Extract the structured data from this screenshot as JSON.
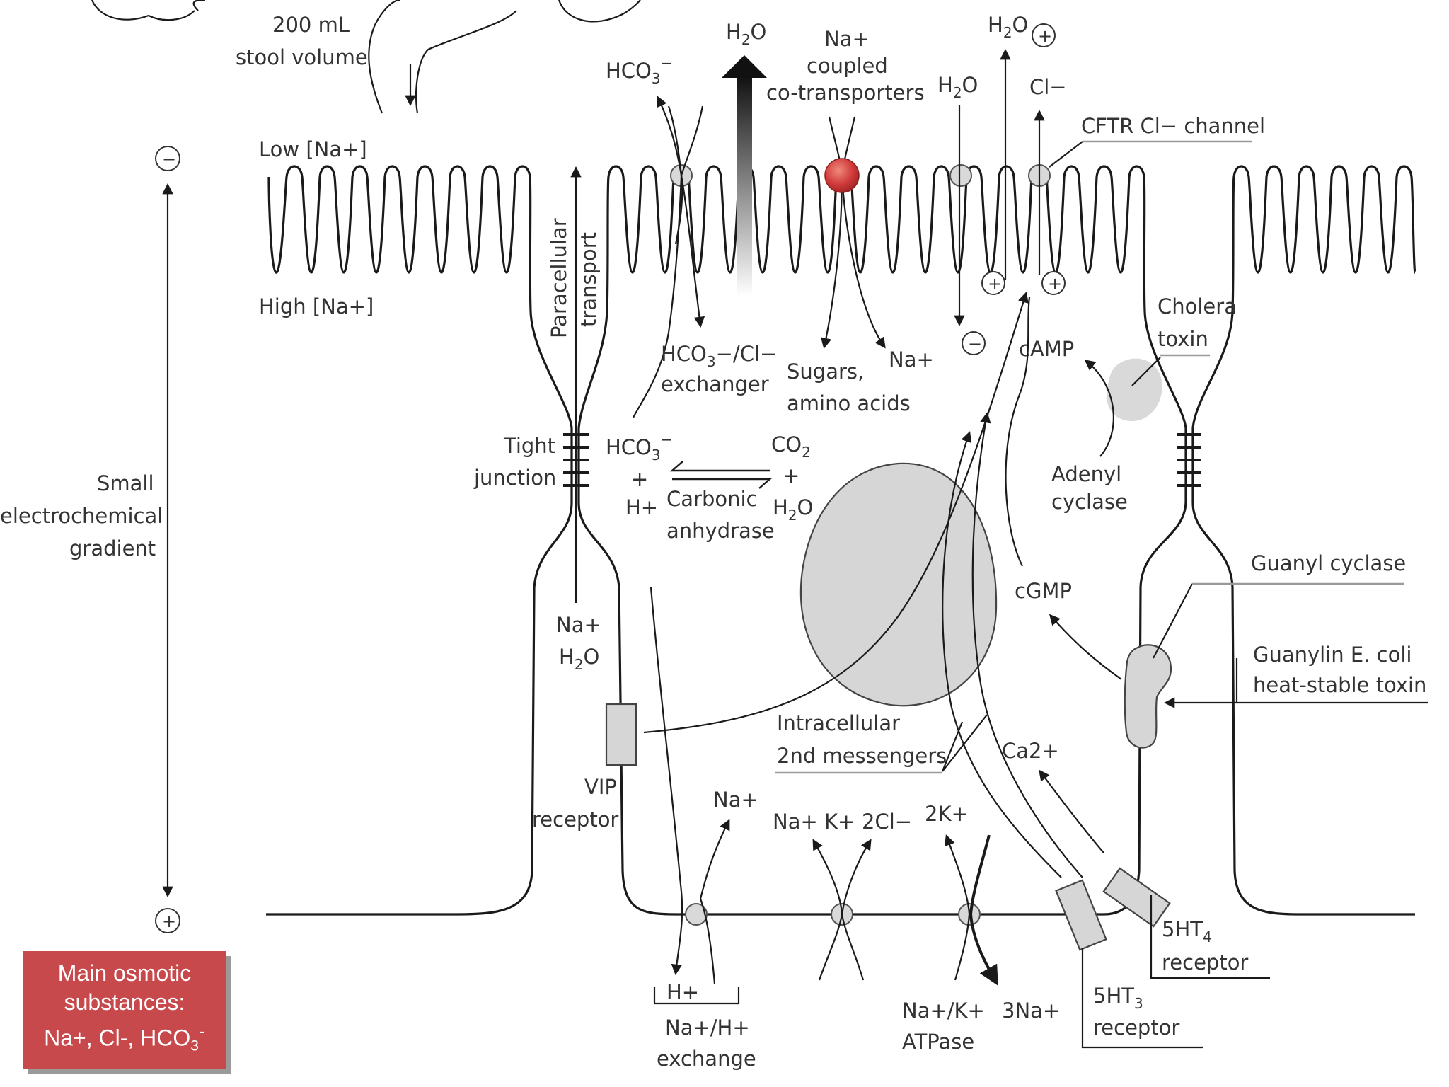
{
  "labels": {
    "stool_volume_1": "200 mL",
    "stool_volume_2": "stool volume",
    "low_na": "Low [Na+]",
    "high_na": "High [Na+]",
    "gradient_1": "Small",
    "gradient_2": "electrochemical",
    "gradient_3": "gradient",
    "minus_sign": "−",
    "plus_sign": "+",
    "paracellular_1": "Paracellular",
    "paracellular_2": "transport",
    "tight_1": "Tight",
    "tight_2": "junction",
    "na_lumen": "Na+",
    "h2o_lumen": "H",
    "two": "2",
    "o": "O",
    "hco3_top": "HCO",
    "three": "3",
    "minus_sup": "−",
    "h2o_top": "H",
    "na_coupled_1": "Na+",
    "na_coupled_2": "coupled",
    "na_coupled_3": "co-transporters",
    "h2o_right": "H",
    "h2o_plus": "H",
    "cl_top": "Cl−",
    "cftr": "CFTR Cl− channel",
    "exchanger_1": "HCO",
    "exchanger_1b": "−/Cl−",
    "exchanger_2": "exchanger",
    "sugars_1": "Sugars,",
    "sugars_2": "amino acids",
    "na_in": "Na+",
    "camp": "cAMP",
    "cholera_1": "Cholera",
    "cholera_2": "toxin",
    "hco3_mid": "HCO",
    "plus_mid": "+",
    "h_plus_mid": "H+",
    "carbonic_1": "Carbonic",
    "carbonic_2": "anhydrase",
    "co2": "CO",
    "plus_co2": "+",
    "h2o_mid": "H",
    "adenyl_1": "Adenyl",
    "adenyl_2": "cyclase",
    "guanyl": "Guanyl cyclase",
    "cgmp": "cGMP",
    "guanylin_1": "Guanylin E. coli",
    "guanylin_2": "heat-stable toxin",
    "na_para": "Na+",
    "h2o_para": "H",
    "intracellular_1": "Intracellular",
    "intracellular_2": "2nd messengers",
    "ca": "Ca2+",
    "vip_1": "VIP",
    "vip_2": "receptor",
    "na_bl": "Na+",
    "nak": "Na+ K+",
    "twocl": "2Cl−",
    "twok": "2K+",
    "ht4_1": "5HT",
    "ht4_sub": "4",
    "ht4_2": "receptor",
    "h_bl": "H+",
    "nah_1": "Na+/H+",
    "nah_2": "exchange",
    "nak_atp_1": "Na+/K+",
    "nak_atp_2": "ATPase",
    "threena": "3Na+",
    "ht3_1": "5HT",
    "ht3_sub": "3",
    "ht3_2": "receptor"
  },
  "osmotic_box": {
    "line1": "Main osmotic",
    "line2": "substances:",
    "line3": "Na+, Cl-, HCO",
    "line3_sub": "3",
    "line3_sup": "-"
  },
  "colors": {
    "box_fill": "#c8494b",
    "co_transporter": "#d03a3a",
    "organelle_grey": "#d6d6d6"
  }
}
